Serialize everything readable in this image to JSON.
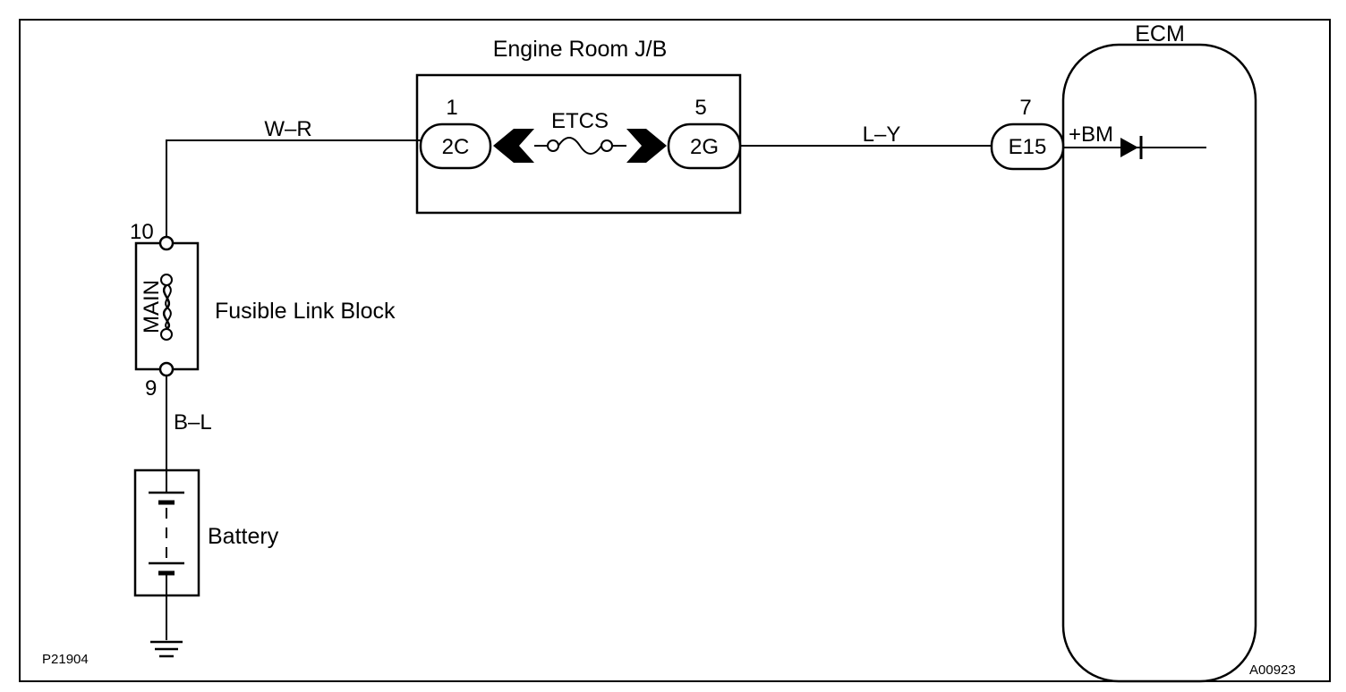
{
  "jb": {
    "title": "Engine Room J/B",
    "pin_left": "1",
    "pin_right": "5",
    "conn_left": "2C",
    "conn_right": "2G",
    "fuse": "ETCS"
  },
  "wires": {
    "top_left": "W–R",
    "top_right": "L–Y",
    "bottom": "B–L"
  },
  "ecm": {
    "title": "ECM",
    "pin": "7",
    "conn": "E15",
    "terminal": "+BM"
  },
  "fusible_link": {
    "label": "Fusible Link Block",
    "fuse": "MAIN",
    "pin_top": "10",
    "pin_bottom": "9"
  },
  "battery": {
    "label": "Battery"
  },
  "codes": {
    "left": "P21904",
    "right": "A00923"
  }
}
